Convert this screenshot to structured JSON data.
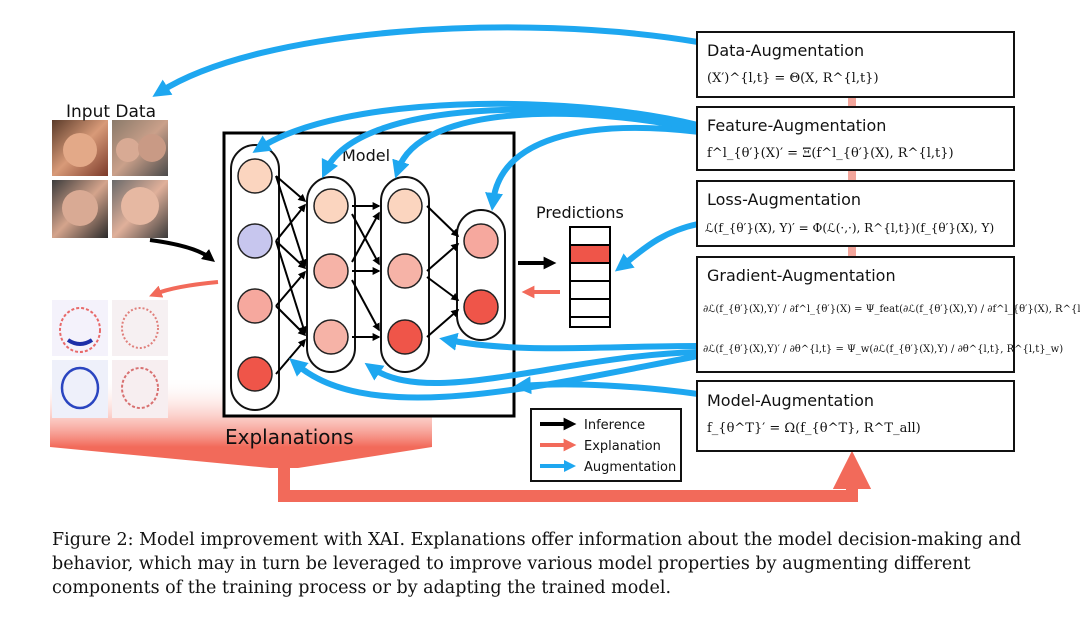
{
  "labels": {
    "input_data": "Input Data",
    "model": "Model",
    "predictions": "Predictions",
    "explanations": "Explanations"
  },
  "panels": [
    {
      "title": "Data-Augmentation",
      "formulas": [
        "(X′)^{l,t} = Θ(X, R^{l,t})"
      ]
    },
    {
      "title": "Feature-Augmentation",
      "formulas": [
        "f^l_{θ′}(X)′ = Ξ(f^l_{θ′}(X), R^{l,t})"
      ]
    },
    {
      "title": "Loss-Augmentation",
      "formulas": [
        "ℒ(f_{θ′}(X), Y)′ = Φ(ℒ(·,·), R^{l,t})(f_{θ′}(X), Y)"
      ]
    },
    {
      "title": "Gradient-Augmentation",
      "formulas": [
        "∂ℒ(f_{θ′}(X),Y)′ / ∂f^l_{θ′}(X) = Ψ_feat(∂ℒ(f_{θ′}(X),Y) / ∂f^l_{θ′}(X), R^{l,t})",
        "∂ℒ(f_{θ′}(X),Y)′ / ∂θ^{l,t} = Ψ_w(∂ℒ(f_{θ′}(X),Y) / ∂θ^{l,t}, R^{l,t}_w)"
      ]
    },
    {
      "title": "Model-Augmentation",
      "formulas": [
        "f_{θ^T}′ = Ω(f_{θ^T}, R^T_all)"
      ]
    }
  ],
  "legend": [
    {
      "label": "Inference",
      "color": "#000000"
    },
    {
      "label": "Explanation",
      "color": "#f26a5a"
    },
    {
      "label": "Augmentation",
      "color": "#1ea7f0"
    }
  ],
  "colors": {
    "augmentation": "#1ea7f0",
    "explanation": "#f26a5a",
    "inference": "#000000",
    "neuron_light": "#fbd5bf",
    "neuron_mid": "#f6a89e",
    "neuron_dark": "#ef5549",
    "neuron_blue": "#c7c6ee"
  },
  "caption": "Figure 2: Model improvement with XAI. Explanations offer information about the model decision-making and behavior, which may in turn be leveraged to improve various model properties by augmenting different components of the training process or by adapting the trained model."
}
